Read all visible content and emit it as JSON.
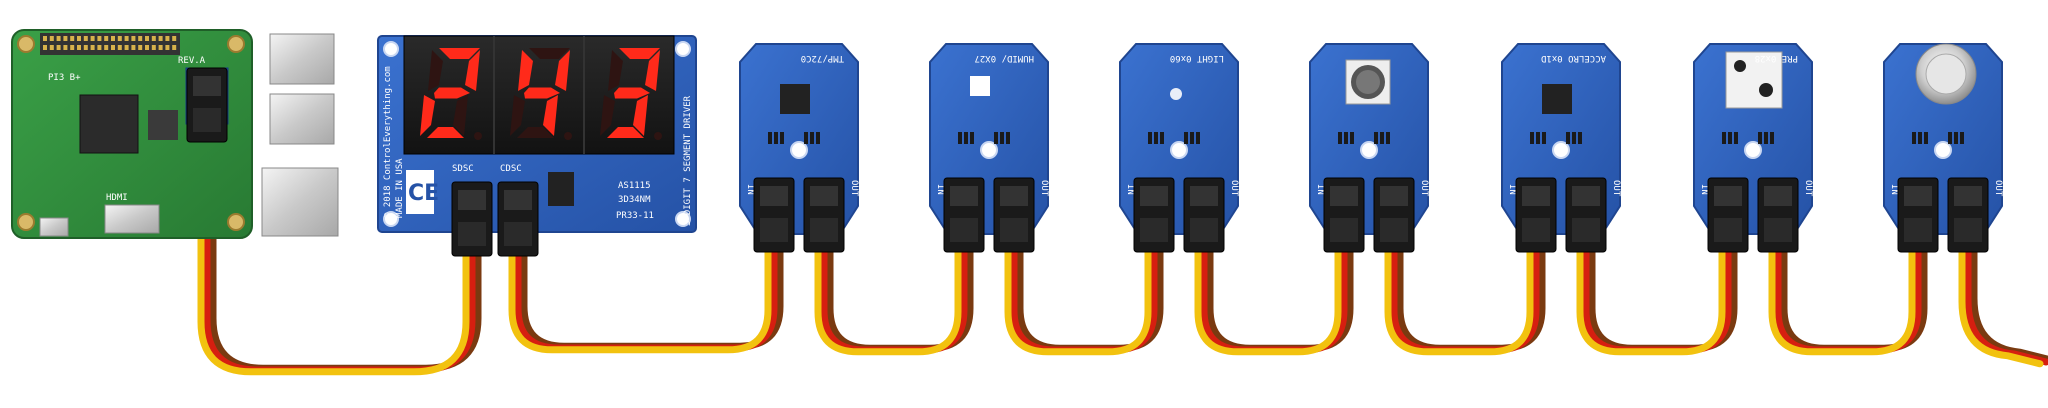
{
  "colors": {
    "board_blue": "#2d5fb8",
    "board_edge": "#1f4590",
    "pi_green": "#2f8c3c",
    "segment_red": "#ff2a1a",
    "wire_red": "#d61f10",
    "wire_yellow": "#f2c20f",
    "wire_brown": "#7a3a10",
    "connector_black": "#1a1a1a"
  },
  "pi": {
    "silk": [
      "REV.A",
      "HDMI",
      "PI3 B+"
    ]
  },
  "display": {
    "digits": [
      "2",
      "4",
      "3"
    ],
    "silk_made": "MADE IN USA",
    "silk_chip": "AS1115",
    "silk_part": "3D34NM",
    "silk_model": "PR33-11",
    "silk_title": "3 DIGIT 7 SEGMENT DRIVER",
    "silk_left": "© 2018 ControlEverything.com",
    "silk_pins_a": "SDSC",
    "silk_pins_b": "CDSC"
  },
  "sensors": [
    {
      "label": "TMP/72C0",
      "icon": "chip-icon"
    },
    {
      "label": "HUMID/ 0X27",
      "icon": "white-square-icon"
    },
    {
      "label": "LIGHT 0x60",
      "icon": "small-dot-icon"
    },
    {
      "label": "",
      "icon": "potentiometer-icon"
    },
    {
      "label": "ACCELRO 0x1D",
      "icon": "chip-icon"
    },
    {
      "label": "PRE 0x28",
      "icon": "pressure-sensor-icon"
    },
    {
      "label": "",
      "icon": "gas-sensor-icon"
    }
  ],
  "port_labels": {
    "in": "IN",
    "out": "OUT"
  }
}
